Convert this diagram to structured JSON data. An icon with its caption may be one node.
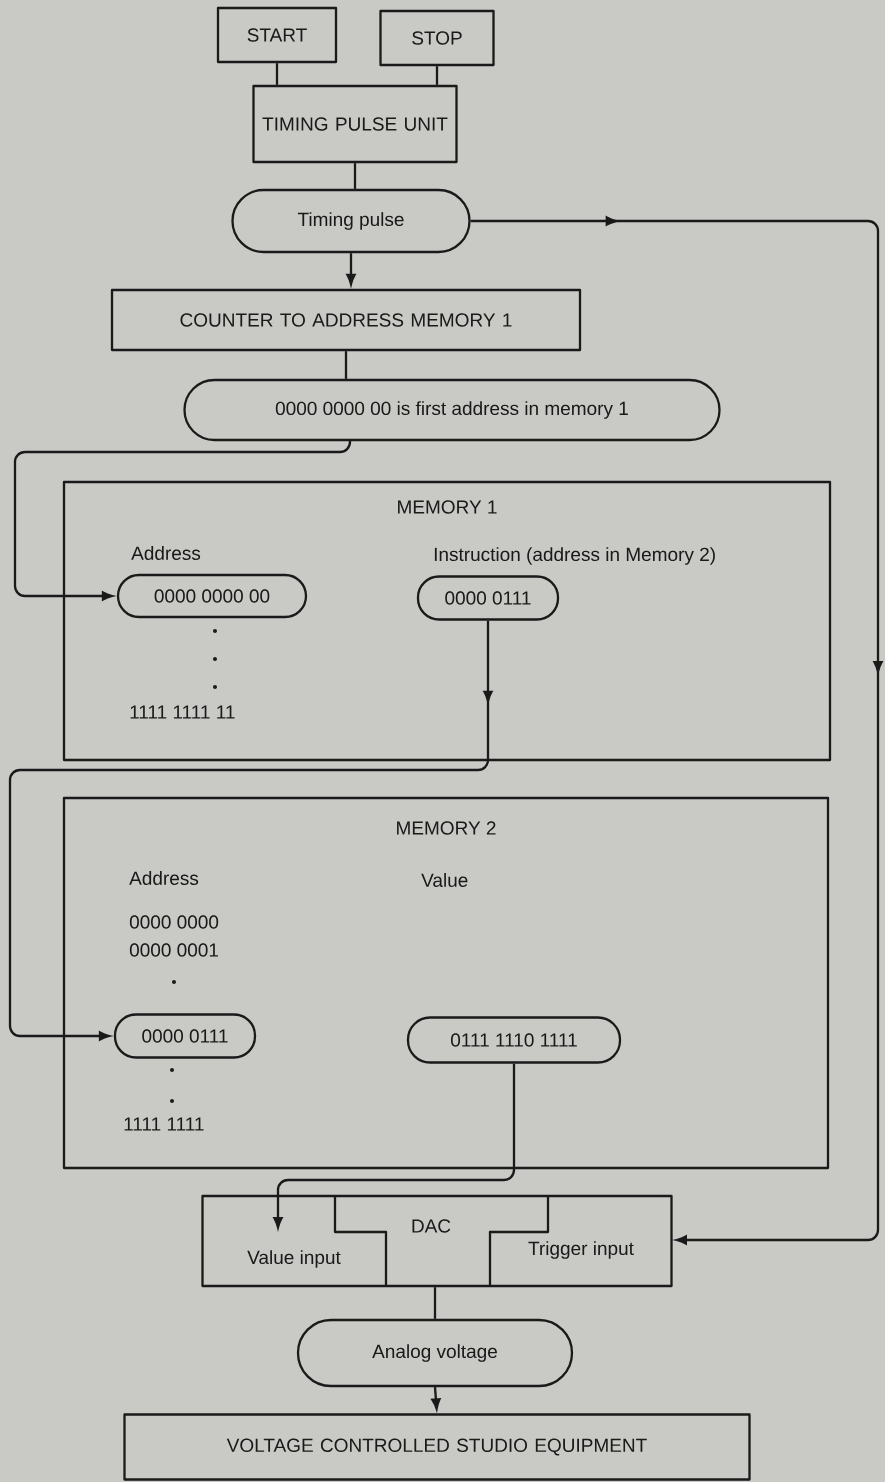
{
  "diagram": {
    "nodes": [
      {
        "text": [
          "START"
        ]
      },
      {
        "text": [
          "STOP"
        ]
      },
      {
        "text": [
          "TIMING PULSE UNIT"
        ]
      },
      {
        "text": [
          "Timing pulse"
        ]
      },
      {
        "text": [
          "COUNTER TO ADDRESS MEMORY 1"
        ]
      },
      {
        "text": [
          "0000 0000 00 is first address in memory 1"
        ]
      },
      {
        "text": [
          "MEMORY 1"
        ]
      },
      {
        "text": [
          "0000 0000 00"
        ],
        "in": 6
      },
      {
        "text": [
          "0000 0111"
        ],
        "in": 6
      },
      {
        "text": [
          "MEMORY 2"
        ]
      },
      {
        "text": [
          "0000 0111"
        ],
        "in": 9
      },
      {
        "text": [
          "0111 1110 1111"
        ],
        "in": 9
      },
      {
        "text": [
          "DAC"
        ]
      },
      {
        "text": [
          "Value input"
        ],
        "in": 12
      },
      {
        "text": [
          "Trigger input"
        ],
        "in": 12
      },
      {
        "text": [
          "Analog voltage"
        ]
      },
      {
        "text": [
          "VOLTAGE CONTROLLED STUDIO EQUIPMENT"
        ]
      }
    ],
    "edges": [
      {
        "from": 0,
        "to": 2,
        "arrow": "none"
      },
      {
        "from": 1,
        "to": 2,
        "arrow": "none"
      },
      {
        "from": 2,
        "to": 3,
        "arrow": "none"
      },
      {
        "from": 3,
        "to": 4,
        "arrow": "to"
      },
      {
        "from": 4,
        "to": 5,
        "arrow": "none"
      },
      {
        "from": 5,
        "to": 7,
        "arrow": "to"
      },
      {
        "from": 8,
        "to": 10,
        "arrow": "to"
      },
      {
        "from": 11,
        "to": 13,
        "arrow": "to"
      },
      {
        "from": 3,
        "to": 14,
        "arrow": "to"
      },
      {
        "from": 12,
        "to": 15,
        "arrow": "none"
      },
      {
        "from": 15,
        "to": 16,
        "arrow": "to"
      }
    ],
    "labels": [
      "Address",
      "Instruction (address in Memory 2)",
      "1111 1111 11",
      "Address",
      "Value",
      "0000 0000",
      "0000 0001",
      "1111 1111"
    ]
  }
}
